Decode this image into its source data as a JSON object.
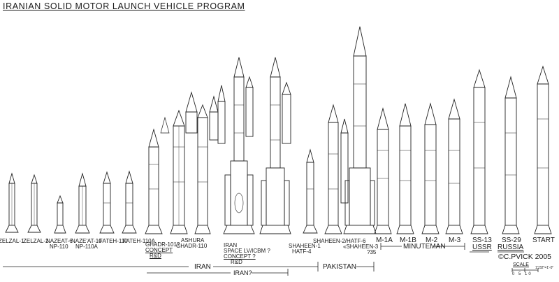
{
  "title": "IRANIAN SOLID MOTOR LAUNCH VEHICLE PROGRAM",
  "rocket_labels": [
    {
      "text": "ZELZAL-1"
    },
    {
      "text": "ZELZAL-2"
    },
    {
      "text": "NAZEAT-6"
    },
    {
      "text": "NP-110"
    },
    {
      "text": "NAZE'AT-10"
    },
    {
      "text": "NP-110A"
    },
    {
      "text": "FATEH-110"
    },
    {
      "text": "FATEH-110A"
    },
    {
      "text": "GHADR-101?"
    },
    {
      "text": "CONCEPT"
    },
    {
      "text": "R&D"
    },
    {
      "text": "ASHURA"
    },
    {
      "text": "GHADR-110"
    },
    {
      "text": "IRAN"
    },
    {
      "text": "SPACE LV/ICBM ?"
    },
    {
      "text": "CONCEPT ?"
    },
    {
      "text": "R&D"
    },
    {
      "text": "SHAHEEN-1"
    },
    {
      "text": "HATF-4"
    },
    {
      "text": "SHAHEEN-2/HATF-6"
    },
    {
      "text": "«SHAHEEN-3"
    },
    {
      "text": "?35"
    },
    {
      "text": "M-1A"
    },
    {
      "text": "M-1B"
    },
    {
      "text": "M-2"
    },
    {
      "text": "M-3"
    },
    {
      "text": "SS-13"
    },
    {
      "text": "SS-29"
    },
    {
      "text": "START"
    }
  ],
  "groups": {
    "minuteman": "MINUTEMAN",
    "ussr": "USSR",
    "russia": "RUSSIA",
    "iran": "IRAN",
    "iran_q": "IRAN?",
    "pakistan": "PAKISTAN"
  },
  "credit": "©C.PVICK 2005",
  "scale": {
    "label": "SCALE",
    "ticks": "0 5 10",
    "value": "1\"/32\"=1'-0\""
  }
}
